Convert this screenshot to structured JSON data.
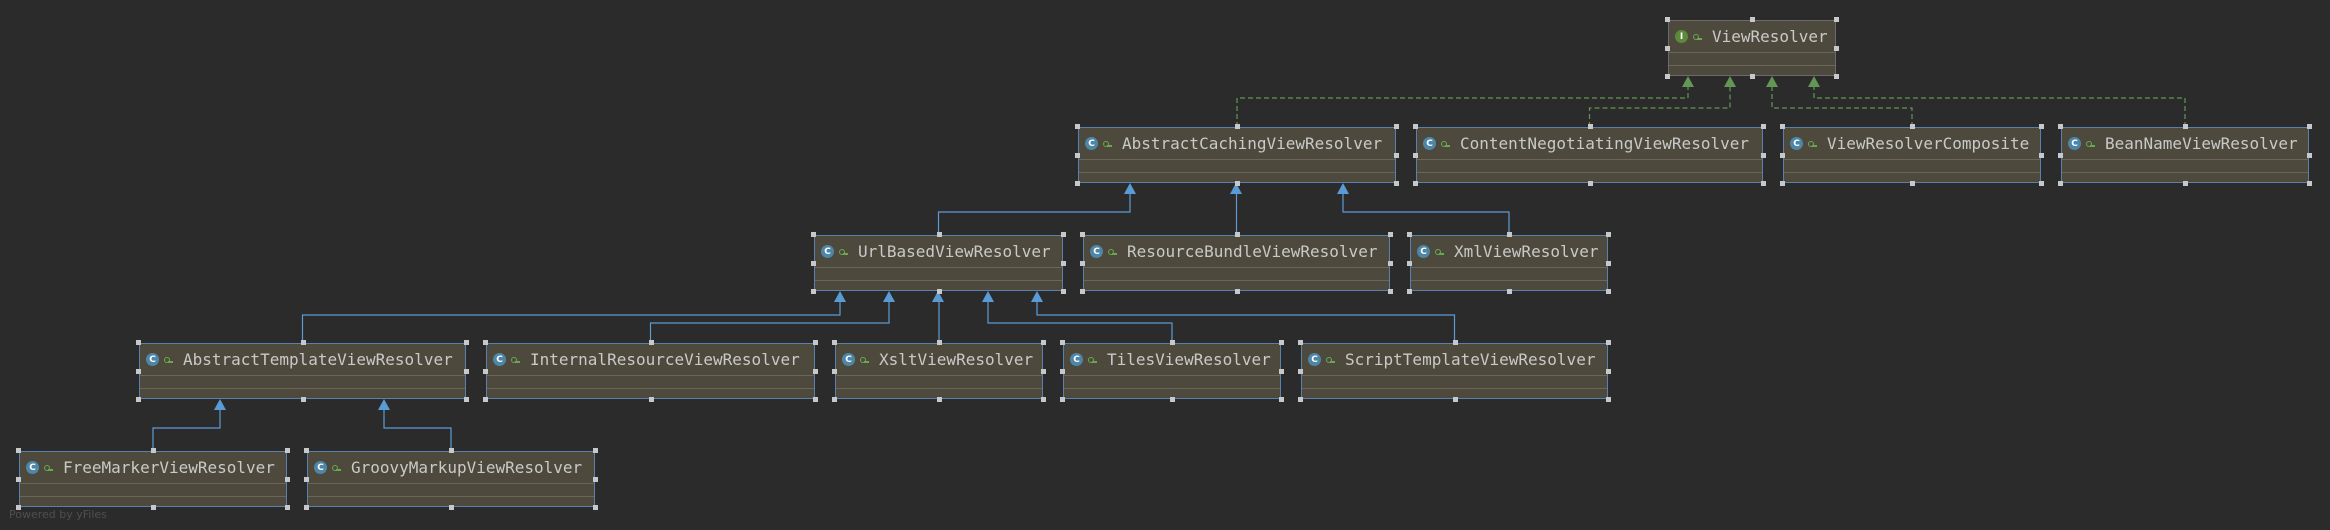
{
  "diagram": {
    "nodes": [
      {
        "id": "ViewResolver",
        "label": "ViewResolver",
        "kind": "interface"
      },
      {
        "id": "AbstractCachingViewResolver",
        "label": "AbstractCachingViewResolver",
        "kind": "class"
      },
      {
        "id": "ContentNegotiatingViewResolver",
        "label": "ContentNegotiatingViewResolver",
        "kind": "class"
      },
      {
        "id": "ViewResolverComposite",
        "label": "ViewResolverComposite",
        "kind": "class"
      },
      {
        "id": "BeanNameViewResolver",
        "label": "BeanNameViewResolver",
        "kind": "class"
      },
      {
        "id": "UrlBasedViewResolver",
        "label": "UrlBasedViewResolver",
        "kind": "class"
      },
      {
        "id": "ResourceBundleViewResolver",
        "label": "ResourceBundleViewResolver",
        "kind": "class"
      },
      {
        "id": "XmlViewResolver",
        "label": "XmlViewResolver",
        "kind": "class"
      },
      {
        "id": "AbstractTemplateViewResolver",
        "label": "AbstractTemplateViewResolver",
        "kind": "class"
      },
      {
        "id": "InternalResourceViewResolver",
        "label": "InternalResourceViewResolver",
        "kind": "class"
      },
      {
        "id": "XsltViewResolver",
        "label": "XsltViewResolver",
        "kind": "class"
      },
      {
        "id": "TilesViewResolver",
        "label": "TilesViewResolver",
        "kind": "class"
      },
      {
        "id": "ScriptTemplateViewResolver",
        "label": "ScriptTemplateViewResolver",
        "kind": "class"
      },
      {
        "id": "FreeMarkerViewResolver",
        "label": "FreeMarkerViewResolver",
        "kind": "class"
      },
      {
        "id": "GroovyMarkupViewResolver",
        "label": "GroovyMarkupViewResolver",
        "kind": "class"
      }
    ],
    "edges": [
      {
        "from": "AbstractCachingViewResolver",
        "to": "ViewResolver",
        "type": "implements"
      },
      {
        "from": "ContentNegotiatingViewResolver",
        "to": "ViewResolver",
        "type": "implements"
      },
      {
        "from": "ViewResolverComposite",
        "to": "ViewResolver",
        "type": "implements"
      },
      {
        "from": "BeanNameViewResolver",
        "to": "ViewResolver",
        "type": "implements"
      },
      {
        "from": "UrlBasedViewResolver",
        "to": "AbstractCachingViewResolver",
        "type": "extends"
      },
      {
        "from": "ResourceBundleViewResolver",
        "to": "AbstractCachingViewResolver",
        "type": "extends"
      },
      {
        "from": "XmlViewResolver",
        "to": "AbstractCachingViewResolver",
        "type": "extends"
      },
      {
        "from": "AbstractTemplateViewResolver",
        "to": "UrlBasedViewResolver",
        "type": "extends"
      },
      {
        "from": "InternalResourceViewResolver",
        "to": "UrlBasedViewResolver",
        "type": "extends"
      },
      {
        "from": "XsltViewResolver",
        "to": "UrlBasedViewResolver",
        "type": "extends"
      },
      {
        "from": "TilesViewResolver",
        "to": "UrlBasedViewResolver",
        "type": "extends"
      },
      {
        "from": "ScriptTemplateViewResolver",
        "to": "UrlBasedViewResolver",
        "type": "extends"
      },
      {
        "from": "FreeMarkerViewResolver",
        "to": "AbstractTemplateViewResolver",
        "type": "extends"
      },
      {
        "from": "GroovyMarkupViewResolver",
        "to": "AbstractTemplateViewResolver",
        "type": "extends"
      }
    ],
    "colors": {
      "background": "#2b2b2b",
      "node_fill": "#4d4a3d",
      "class_border": "#5a80b0",
      "extends_line": "#5b9bd5",
      "implements_line": "#629755"
    },
    "footer": "Powered by yFiles"
  }
}
